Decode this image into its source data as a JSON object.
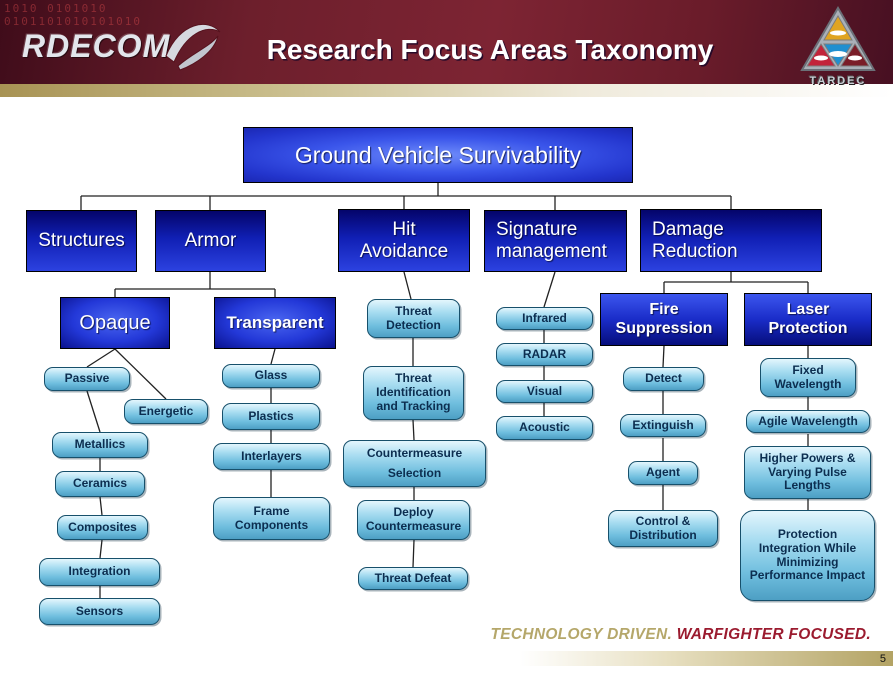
{
  "header": {
    "logo": "RDECOM",
    "title": "Research Focus Areas Taxonomy",
    "tardec": "TARDEC",
    "binary_top": "1010 0101010",
    "binary_bottom": "0101101010101010"
  },
  "footer": {
    "technology": "TECHNOLOGY DRIVEN.",
    "warfighter": "WARFIGHTER FOCUSED.",
    "page": "5"
  },
  "colors": {
    "header_maroon": "#6d1f2c",
    "gold_bar": "#b3a364",
    "node_dark_blue": "#2338d8",
    "node_light_blue": "#7ec7e8",
    "tagline_gold": "#b5a76a",
    "tagline_red": "#9b1b2f"
  },
  "nodes": {
    "root": "Ground Vehicle Survivability",
    "structures": "Structures",
    "armor": "Armor",
    "hit_avoidance": "Hit Avoidance",
    "signature": "Signature management",
    "damage": "Damage Reduction",
    "opaque": "Opaque",
    "transparent": "Transparent",
    "fire": "Fire Suppression",
    "laser": "Laser Protection",
    "passive": "Passive",
    "energetic": "Energetic",
    "metallics": "Metallics",
    "ceramics": "Ceramics",
    "composites": "Composites",
    "integration": "Integration",
    "sensors": "Sensors",
    "glass": "Glass",
    "plastics": "Plastics",
    "interlayers": "Interlayers",
    "frame_components": "Frame Components",
    "threat_detection": "Threat Detection",
    "threat_id_tracking": "Threat Identification and Tracking",
    "cm_selection": "Countermeasure Selection",
    "deploy_cm": "Deploy Countermeasure",
    "threat_defeat": "Threat Defeat",
    "infrared": "Infrared",
    "radar": "RADAR",
    "visual": "Visual",
    "acoustic": "Acoustic",
    "detect": "Detect",
    "extinguish": "Extinguish",
    "agent": "Agent",
    "control_distribution": "Control & Distribution",
    "fixed_wavelength": "Fixed Wavelength",
    "agile_wavelength": "Agile Wavelength",
    "higher_powers": "Higher Powers & Varying Pulse Lengths",
    "protection_integration": "Protection Integration While Minimizing Performance Impact"
  }
}
